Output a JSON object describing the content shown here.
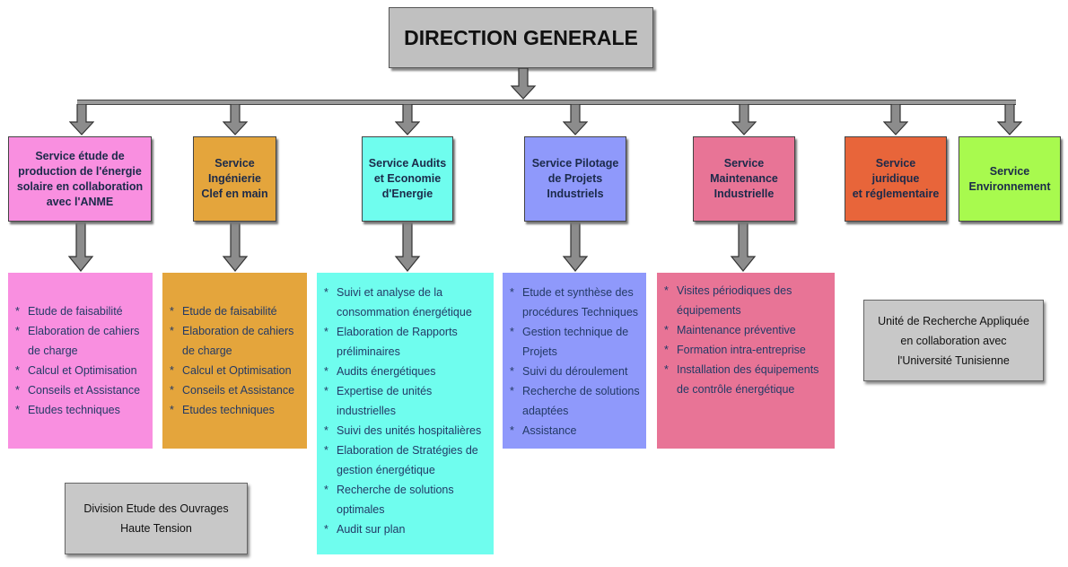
{
  "direction": "DIRECTION GENERALE",
  "services": [
    {
      "label": "Service étude de\nproduction de l'énergie\nsolaire en collaboration\navec l'ANME",
      "color": "#f98fe0"
    },
    {
      "label": "Service\nIngénierie\nClef en main",
      "color": "#e4a53c"
    },
    {
      "label": "Service Audits\net Economie\nd'Energie",
      "color": "#6ffdee"
    },
    {
      "label": "Service Pilotage\nde Projets\nIndustriels",
      "color": "#8f99fb"
    },
    {
      "label": "Service\nMaintenance\nIndustrielle",
      "color": "#e87496"
    },
    {
      "label": "Service\njuridique\net réglementaire",
      "color": "#e8653a"
    },
    {
      "label": "Service\nEnvironnement",
      "color": "#a8fa4e"
    }
  ],
  "lists": [
    {
      "items": [
        "Etude de faisabilité",
        "Elaboration de cahiers de charge",
        "Calcul et Optimisation",
        "Conseils et Assistance",
        "Etudes techniques"
      ]
    },
    {
      "items": [
        "Etude de faisabilité",
        "Elaboration de cahiers de charge",
        "Calcul et Optimisation",
        "Conseils et Assistance",
        "Etudes techniques"
      ]
    },
    {
      "items": [
        "Suivi et analyse de la consommation énergétique",
        "Elaboration de Rapports préliminaires",
        "Audits énergétiques",
        "Expertise de unités industrielles",
        "Suivi des unités hospitalières",
        "Elaboration de Stratégies de gestion énergétique",
        "Recherche de solutions optimales",
        "Audit sur plan"
      ]
    },
    {
      "items": [
        "Etude et synthèse des procédures Techniques",
        "Gestion technique de Projets",
        "Suivi du déroulement",
        "Recherche de solutions adaptées",
        "Assistance"
      ]
    },
    {
      "items": [
        "Visites périodiques des équipements",
        "Maintenance préventive",
        "Formation intra-entreprise",
        "Installation des équipements de contrôle énergétique"
      ]
    }
  ],
  "unite": "Unité de Recherche Appliquée\nen collaboration avec\nl'Université Tunisienne",
  "division": "Division Etude des Ouvrages\nHaute Tension"
}
